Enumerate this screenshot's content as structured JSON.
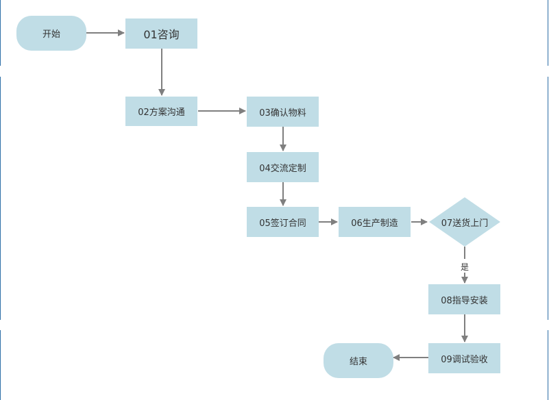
{
  "flowchart": {
    "nodes": {
      "start": "开始",
      "step01": "01咨询",
      "step02": "02方案沟通",
      "step03": "03确认物料",
      "step04": "04交流定制",
      "step05": "05签订合同",
      "step06": "06生产制造",
      "step07": "07送货上门",
      "step08": "08指导安装",
      "step09": "09调试验收",
      "end": "结束"
    },
    "edge_labels": {
      "step07_to_step08": "是"
    }
  },
  "colors": {
    "node_fill": "#c0dde6",
    "arrow": "#7f7f7f",
    "frame_edge": "#2f6fa8"
  }
}
